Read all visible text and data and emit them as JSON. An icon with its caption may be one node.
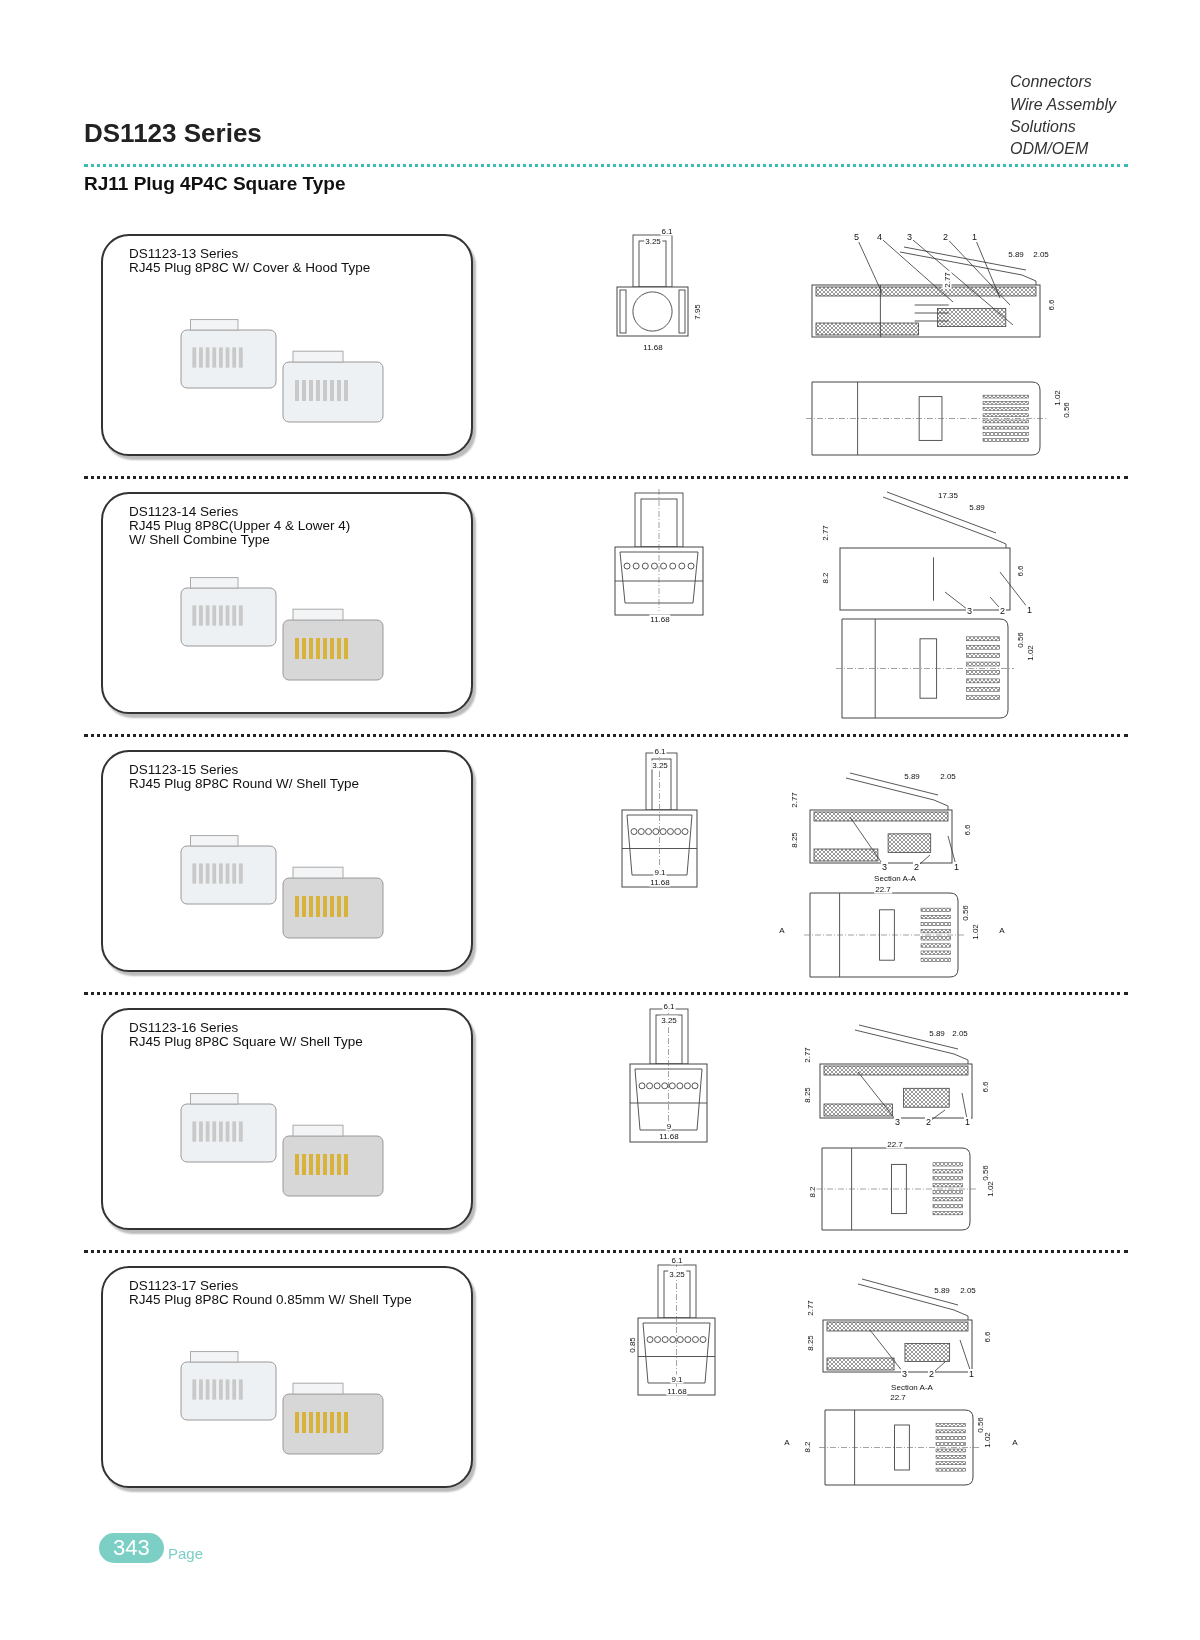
{
  "diagram": {
    "title": "DS1123 Series",
    "nodes": [
      {
        "text": [
          "DS1123-13 Series",
          "RJ45 Plug 8P8C W/ Cover & Hood Type"
        ]
      },
      {
        "text": [
          "5"
        ]
      },
      {
        "text": [
          "4"
        ]
      },
      {
        "text": [
          "3"
        ]
      },
      {
        "text": [
          "2"
        ]
      },
      {
        "text": [
          "1"
        ]
      },
      {
        "text": [
          "DS1123-14 Series",
          "RJ45 Plug 8P8C(Upper 4 & Lower 4) W/ Shell Combine Type"
        ]
      },
      {
        "text": [
          "3"
        ]
      },
      {
        "text": [
          "2"
        ]
      },
      {
        "text": [
          "1"
        ]
      },
      {
        "text": [
          "DS1123-15 Series",
          "RJ45 Plug 8P8C Round W/ Shell Type"
        ]
      },
      {
        "text": [
          "3"
        ]
      },
      {
        "text": [
          "2"
        ]
      },
      {
        "text": [
          "1"
        ]
      },
      {
        "text": [
          "DS1123-16 Series",
          "RJ45 Plug 8P8C Square W/ Shell Type"
        ]
      },
      {
        "text": [
          "3"
        ]
      },
      {
        "text": [
          "2"
        ]
      },
      {
        "text": [
          "1"
        ]
      },
      {
        "text": [
          "DS1123-17 Series",
          "RJ45 Plug 8P8C Round 0.85mm W/ Shell Type"
        ]
      },
      {
        "text": [
          "3"
        ]
      },
      {
        "text": [
          "2"
        ]
      },
      {
        "text": [
          "1"
        ]
      }
    ],
    "edges": [
      {
        "from": 1,
        "to": null,
        "arrow": "none"
      },
      {
        "from": 2,
        "to": null,
        "arrow": "none"
      },
      {
        "from": 3,
        "to": null,
        "arrow": "none"
      },
      {
        "from": 4,
        "to": null,
        "arrow": "none"
      },
      {
        "from": 5,
        "to": null,
        "arrow": "none"
      },
      {
        "from": 7,
        "to": null,
        "arrow": "none"
      },
      {
        "from": 8,
        "to": null,
        "arrow": "none"
      },
      {
        "from": 9,
        "to": null,
        "arrow": "none"
      },
      {
        "from": 11,
        "to": null,
        "arrow": "none"
      },
      {
        "from": 12,
        "to": null,
        "arrow": "none"
      },
      {
        "from": 13,
        "to": null,
        "arrow": "none"
      },
      {
        "from": 15,
        "to": null,
        "arrow": "none"
      },
      {
        "from": 16,
        "to": null,
        "arrow": "none"
      },
      {
        "from": 17,
        "to": null,
        "arrow": "none"
      },
      {
        "from": 19,
        "to": null,
        "arrow": "none"
      },
      {
        "from": 20,
        "to": null,
        "arrow": "none"
      },
      {
        "from": 21,
        "to": null,
        "arrow": "none"
      }
    ],
    "labels": [
      "RJ11 Plug 4P4C Square Type",
      "Connectors",
      "Wire Assembly",
      "Solutions",
      "ODM/OEM",
      "6.1",
      "3.25",
      "5.89",
      "2.05",
      "2.77",
      "7.95",
      "6.6",
      "11.68",
      "1.02",
      "0.56",
      "17.35",
      "5.89",
      "2.77",
      "8.2",
      "6.6",
      "11.68",
      "0.56",
      "1.02",
      "6.1",
      "3.25",
      "5.89",
      "2.05",
      "2.77",
      "8.25",
      "6.6",
      "9.1",
      "11.68",
      "Section A-A",
      "22.7",
      "0.56",
      "A",
      "1.02",
      "A",
      "6.1",
      "3.25",
      "5.89",
      "2.05",
      "2.77",
      "8.25",
      "6.6",
      "9",
      "11.68",
      "22.7",
      "0.56",
      "8.2",
      "1.02",
      "6.1",
      "3.25",
      "5.89",
      "2.05",
      "2.77",
      "8.25",
      "6.6",
      "0.85",
      "9.1",
      "11.68",
      "Section A-A",
      "22.7",
      "0.56",
      "1.02",
      "A",
      "8.2",
      "A",
      "343",
      "Page"
    ]
  }
}
